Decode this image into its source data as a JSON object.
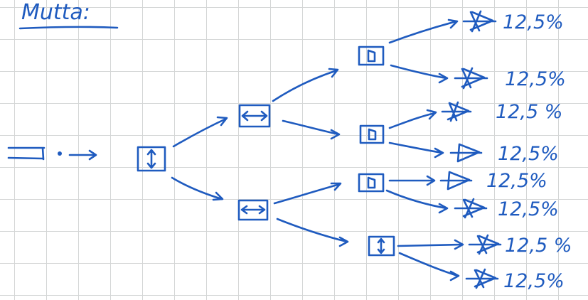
{
  "title": "Mutta:",
  "colors": {
    "ink": "#1f5bbf",
    "grid": "#d4d6d6",
    "paper": "#ffffff"
  },
  "tree": {
    "start": {
      "icon": "cell-with-dot-icon"
    },
    "root": {
      "icon": "vertical-arrow-box-icon"
    },
    "level2": [
      {
        "icon": "horizontal-arrow-box-icon"
      },
      {
        "icon": "horizontal-arrow-box-icon"
      }
    ],
    "level3": [
      {
        "icon": "half-cell-box-icon"
      },
      {
        "icon": "half-cell-box-icon"
      },
      {
        "icon": "half-cell-box-icon"
      },
      {
        "icon": "vertical-arrow-box-icon"
      }
    ],
    "outcomes": [
      {
        "label": "12,5%",
        "icon": "cell-shape-icon"
      },
      {
        "label": "12,5%",
        "icon": "cell-shape-icon"
      },
      {
        "label": "12,5 %",
        "icon": "cell-shape-icon"
      },
      {
        "label": "12,5%",
        "icon": "cell-shape-icon"
      },
      {
        "label": "12,5%",
        "icon": "cell-shape-icon"
      },
      {
        "label": "12,5%",
        "icon": "cell-shape-icon"
      },
      {
        "label": "12,5 %",
        "icon": "cell-shape-icon"
      },
      {
        "label": "12,5%",
        "icon": "cell-shape-icon"
      }
    ]
  }
}
